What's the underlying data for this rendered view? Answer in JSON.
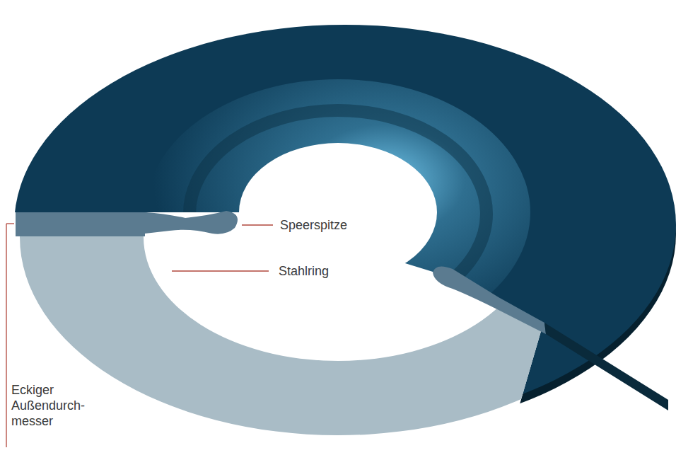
{
  "diagram": {
    "labels": [
      "Speerspitze",
      "Stahlring",
      "Eckiger Außendurch- messer"
    ]
  }
}
